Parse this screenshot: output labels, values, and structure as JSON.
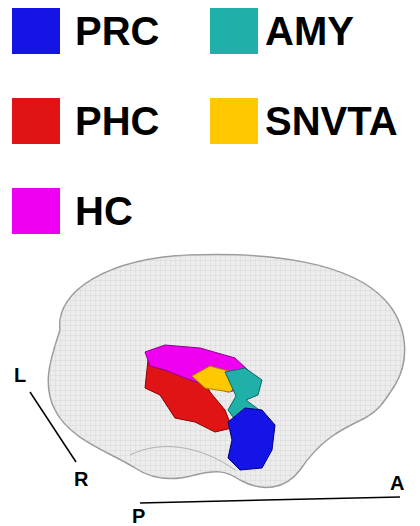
{
  "diagram": {
    "labels": [
      "L",
      "R",
      "P",
      "A"
    ],
    "legend": [
      {
        "text": "PRC",
        "color": "#1414e6"
      },
      {
        "text": "AMY",
        "color": "#1fb0a8"
      },
      {
        "text": "PHC",
        "color": "#e01414"
      },
      {
        "text": "SNVTA",
        "color": "#ffc800"
      },
      {
        "text": "HC",
        "color": "#f000f0"
      }
    ]
  }
}
